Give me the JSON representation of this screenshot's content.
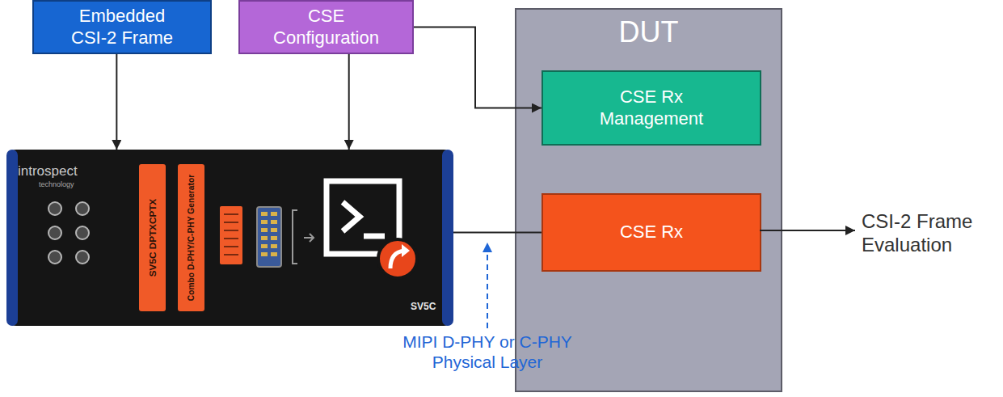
{
  "diagram": {
    "nodes": [
      {
        "text": [
          "Embedded CSI-2 Frame"
        ]
      },
      {
        "text": [
          "CSE Configuration"
        ]
      },
      {
        "text": [
          "DUT"
        ]
      },
      {
        "text": [
          "CSE Rx Management"
        ],
        "in": 2
      },
      {
        "text": [
          "CSE Rx"
        ],
        "in": 2
      },
      {
        "text": [
          "introspect",
          "technology",
          "SV5C DPTXCPTX",
          "Combo D-PHY/C-PHY Generator",
          "SV5C"
        ]
      }
    ],
    "edges": [
      {
        "from": 0,
        "to": 5,
        "arrow": "to"
      },
      {
        "from": 1,
        "to": 5,
        "arrow": "to"
      },
      {
        "from": 1,
        "to": 3,
        "arrow": "to"
      },
      {
        "from": 5,
        "to": 4,
        "arrow": "none"
      }
    ],
    "labels": [
      "CSI-2 Frame Evaluation",
      "MIPI D-PHY or C-PHY Physical Layer"
    ]
  }
}
